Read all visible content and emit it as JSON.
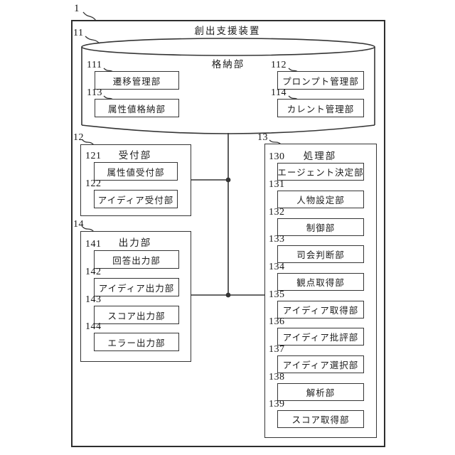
{
  "figure": {
    "ref": "1",
    "title": "創出支援装置"
  },
  "storage": {
    "ref": "11",
    "title": "格納部",
    "items": [
      {
        "ref": "111",
        "label": "遷移管理部"
      },
      {
        "ref": "112",
        "label": "プロンプト管理部"
      },
      {
        "ref": "113",
        "label": "属性値格納部"
      },
      {
        "ref": "114",
        "label": "カレント管理部"
      }
    ]
  },
  "reception": {
    "ref": "12",
    "title": "受付部",
    "items": [
      {
        "ref": "121",
        "label": "属性値受付部"
      },
      {
        "ref": "122",
        "label": "アイディア受付部"
      }
    ]
  },
  "processing": {
    "ref": "13",
    "title": "処理部",
    "items": [
      {
        "ref": "130",
        "label": "エージェント決定部"
      },
      {
        "ref": "131",
        "label": "人物設定部"
      },
      {
        "ref": "132",
        "label": "制御部"
      },
      {
        "ref": "133",
        "label": "司会判断部"
      },
      {
        "ref": "134",
        "label": "観点取得部"
      },
      {
        "ref": "135",
        "label": "アイディア取得部"
      },
      {
        "ref": "136",
        "label": "アイディア批評部"
      },
      {
        "ref": "137",
        "label": "アイディア選択部"
      },
      {
        "ref": "138",
        "label": "解析部"
      },
      {
        "ref": "139",
        "label": "スコア取得部"
      }
    ]
  },
  "output": {
    "ref": "14",
    "title": "出力部",
    "items": [
      {
        "ref": "141",
        "label": "回答出力部"
      },
      {
        "ref": "142",
        "label": "アイディア出力部"
      },
      {
        "ref": "143",
        "label": "スコア出力部"
      },
      {
        "ref": "144",
        "label": "エラー出力部"
      }
    ]
  },
  "colors": {
    "line": "#353535",
    "text": "#1c1c1c",
    "background": "#ffffff"
  }
}
